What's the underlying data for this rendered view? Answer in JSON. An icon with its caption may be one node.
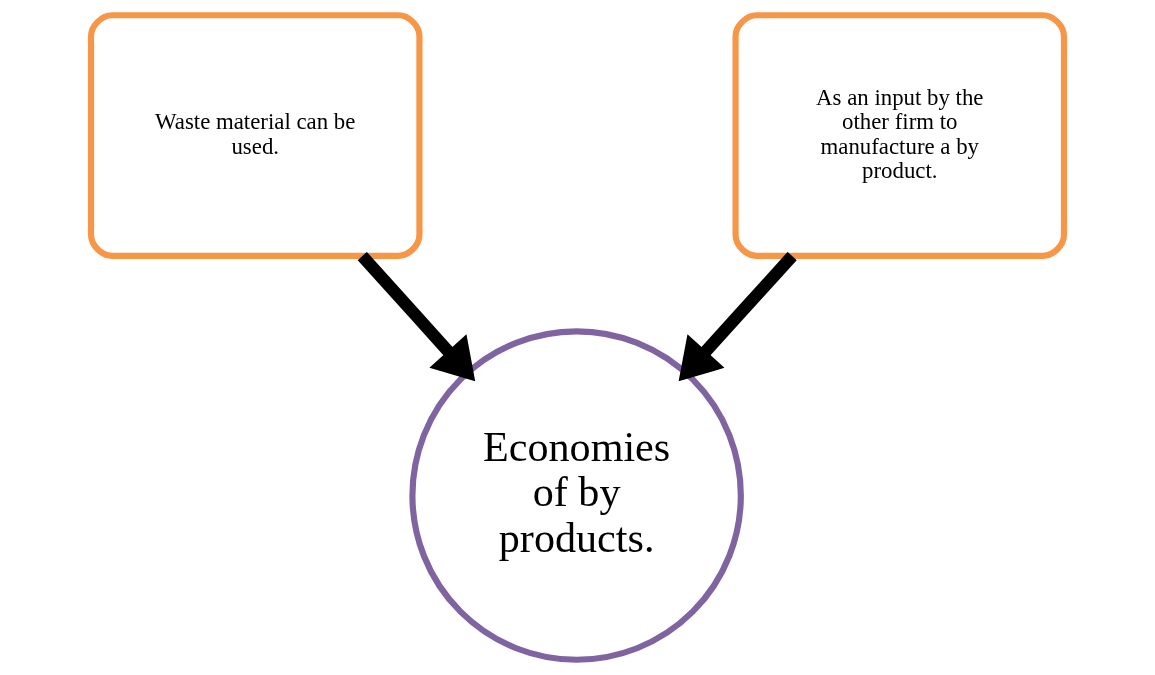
{
  "diagram": {
    "nodes": [
      {
        "text": [
          "Waste material can be used."
        ]
      },
      {
        "text": [
          "As an input by the other firm to manufacture a by product."
        ]
      },
      {
        "text": [
          "Economies of by products."
        ]
      }
    ],
    "edges": [
      {
        "from": 0,
        "to": 2,
        "arrow": "to"
      },
      {
        "from": 1,
        "to": 2,
        "arrow": "to"
      }
    ]
  }
}
